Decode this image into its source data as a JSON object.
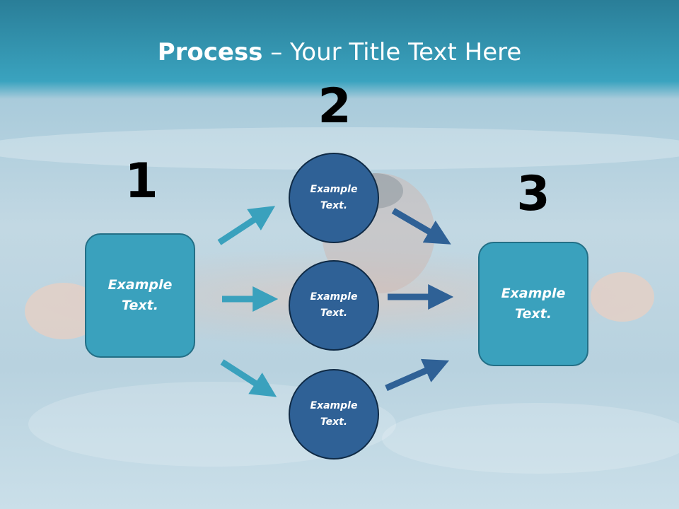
{
  "slide": {
    "title_bold": "Process",
    "title_rest": " – Your Title Text Here"
  },
  "steps": [
    {
      "number": "1"
    },
    {
      "number": "2"
    },
    {
      "number": "3"
    }
  ],
  "nodes": {
    "left_box": "Example\nText.",
    "circle_top": "Example\nText.",
    "circle_middle": "Example\nText.",
    "circle_bottom": "Example\nText.",
    "right_box": "Example\nText."
  },
  "colors": {
    "box_fill": "#3aa1bd",
    "circle_fill": "#2f6196",
    "arrow_light": "#3aa1bd",
    "arrow_dark": "#2f6196"
  }
}
